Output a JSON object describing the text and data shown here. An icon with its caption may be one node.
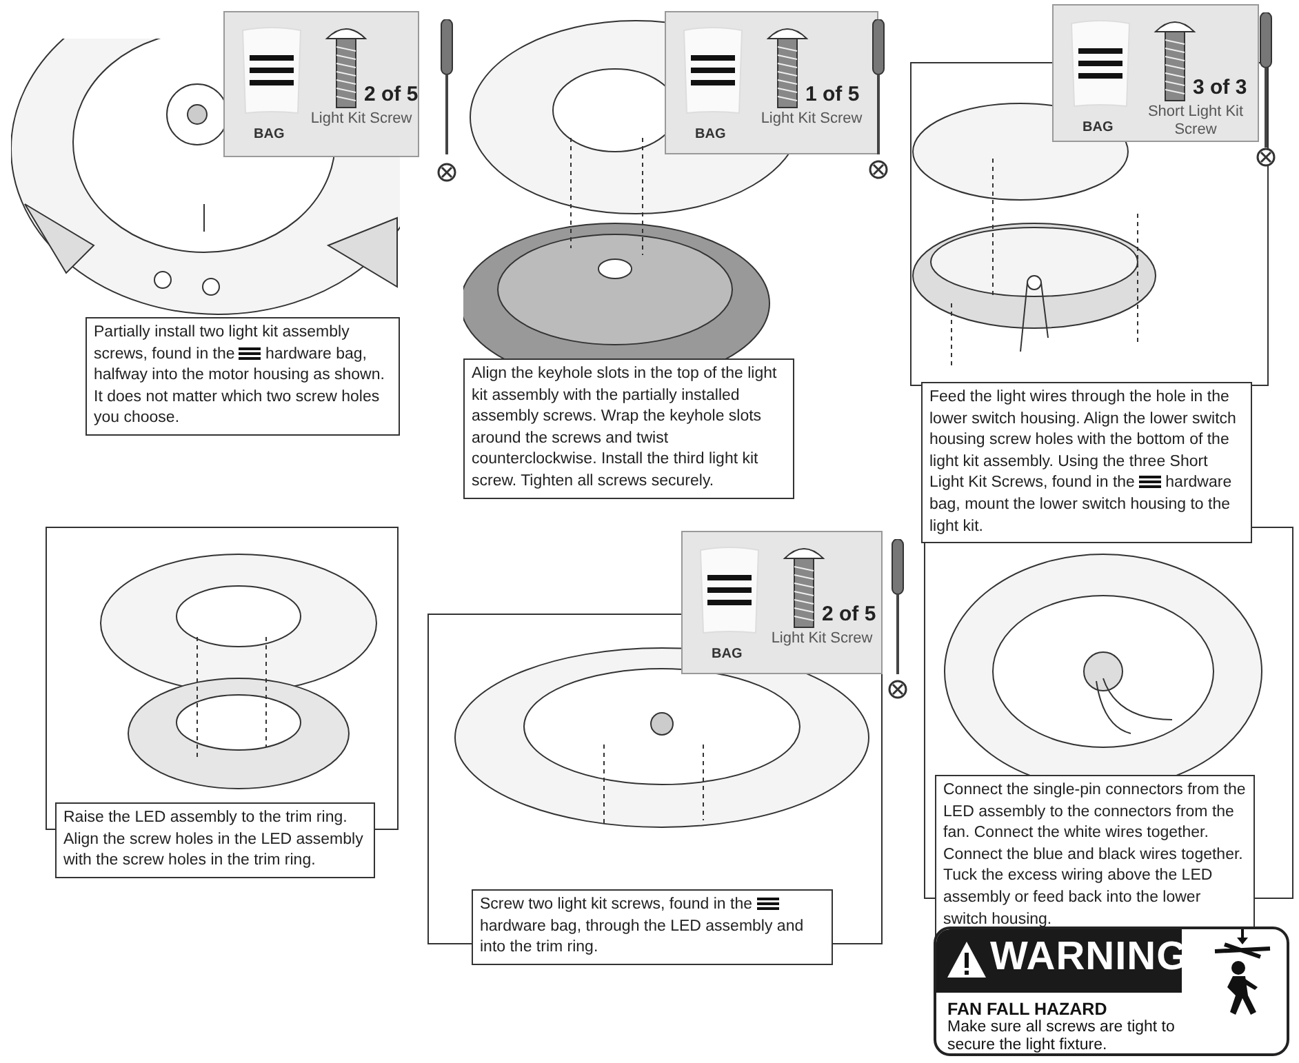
{
  "diagram": {
    "labels": [
      "BAG",
      "2 of 5",
      "Light Kit Screw",
      "BAG",
      "1 of 5",
      "Light Kit Screw",
      "BAG",
      "3 of 3",
      "Short Light Kit Screw",
      "Partially install two light kit assembly screws, found in the",
      "hardware bag, halfway into the motor housing as shown. It does not matter which two screw holes you choose.",
      "Align the keyhole slots in the top of the light kit assembly with the partially installed assembly screws. Wrap the keyhole slots around the screws and twist counterclockwise. Install the third light kit screw. Tighten all screws securely.",
      "Feed the light wires through the hole in the lower switch housing. Align the lower switch housing screw holes with the bottom of the light kit assembly. Using the three Short Light Kit Screws, found in the",
      "hardware bag, mount the lower switch housing to the light kit.",
      "Raise the LED assembly to the trim ring. Align the screw holes in the LED assembly with the screw holes in the trim ring.",
      "BAG",
      "2 of 5",
      "Light Kit Screw",
      "Screw two light kit screws, found in the",
      "hardware bag, through the LED assembly and into the trim ring.",
      "Connect the single-pin connectors from the LED assembly to the connectors from the fan. Connect the white wires together. Connect the blue and black wires together. Tuck the excess wiring above the LED assembly or feed back into the lower switch housing.",
      "WARNING",
      "FAN FALL HAZARD",
      "Make sure all screws are tight to secure the light fixture."
    ]
  }
}
